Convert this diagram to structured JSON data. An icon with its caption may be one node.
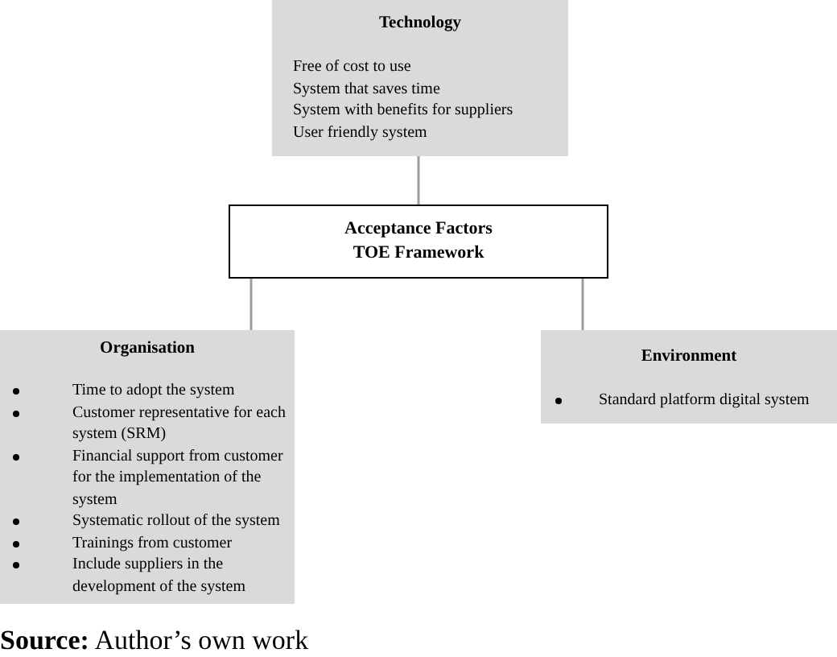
{
  "diagram": {
    "caption": "**Source:** Author’s own work",
    "nodes": [
      {
        "text": [
          "Technology",
          "Free of cost to use",
          "System that saves time",
          "System with benefits for suppliers",
          "User friendly system"
        ]
      },
      {
        "text": [
          "Acceptance Factors",
          "TOE Framework"
        ]
      },
      {
        "text": [
          "Organisation",
          "Time to adopt the system",
          "Customer representative for each system (SRM)",
          "Financial support from customer for the implementation of the system",
          "Systematic rollout of the system",
          "Trainings from customer",
          "Include suppliers in the development of the system"
        ]
      },
      {
        "text": [
          "Environment",
          "Standard platform digital system"
        ]
      }
    ],
    "edges": [
      {
        "from": 0,
        "to": 1,
        "arrow": "none"
      },
      {
        "from": 1,
        "to": 2,
        "arrow": "none"
      },
      {
        "from": 1,
        "to": 3,
        "arrow": "none"
      }
    ]
  }
}
